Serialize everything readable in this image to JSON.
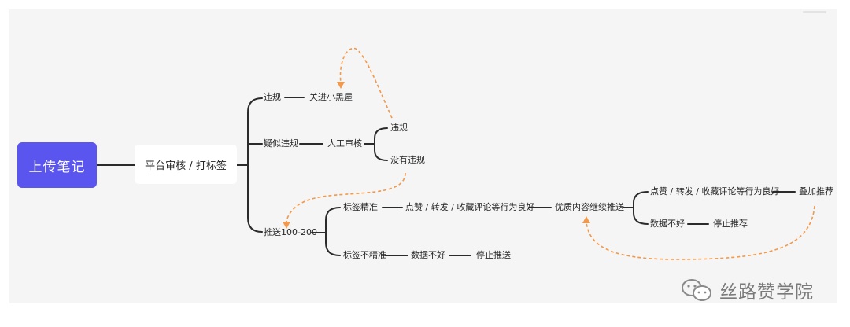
{
  "root": "上传笔记",
  "level1": "平台审核 / 打标签",
  "branches": {
    "violation": {
      "label": "违规",
      "result": "关进小黑屋"
    },
    "suspected": {
      "label": "疑似违规",
      "review": "人工审核",
      "outcome_violation": "违规",
      "outcome_ok": "没有违规"
    },
    "push": {
      "label": "推送100-200",
      "accurate": {
        "label": "标签精准",
        "behavior": "点赞 / 转发 / 收藏评论等行为良好",
        "continue": "优质内容继续推送",
        "good_behavior": "点赞 / 转发 / 收藏评论等行为良好",
        "boost": "叠加推荐",
        "bad_data": "数据不好",
        "stop": "停止推荐"
      },
      "inaccurate": {
        "label": "标签不精准",
        "bad_data": "数据不好",
        "stop": "停止推送"
      }
    }
  },
  "watermark": {
    "text": "丝路赞学院",
    "icon": "wechat-icon"
  },
  "colors": {
    "root_bg": "#5a55ef",
    "line": "#2b2b2b",
    "dashed": "#f2994a"
  }
}
